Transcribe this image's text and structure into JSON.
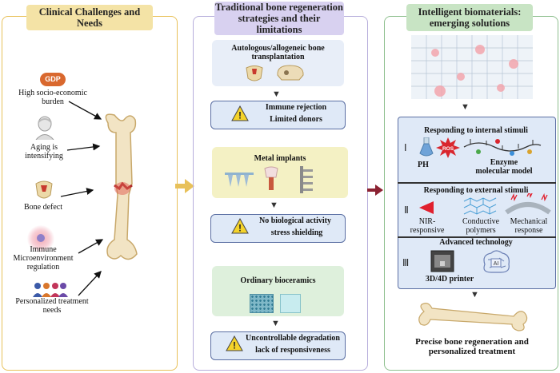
{
  "left": {
    "title": "Clinical Challenges and Needs",
    "gdp_badge": "GDP",
    "items": [
      "High socio-economic burden",
      "Aging is intensifying",
      "Bone defect",
      "Immune Microenvironment regulation",
      "Personalized treatment needs"
    ]
  },
  "middle": {
    "title": "Traditional bone regeneration strategies and their limitations",
    "strategy1": "Autologous/allogeneic bone transplantation",
    "limit1": [
      "Immune rejection",
      "Limited donors"
    ],
    "strategy2": "Metal implants",
    "limit2": [
      "No biological activity",
      "stress shielding"
    ],
    "strategy3": "Ordinary bioceramics",
    "limit3": [
      "Uncontrollable degradation",
      "lack of responsiveness"
    ]
  },
  "right": {
    "title": "Intelligent biomaterials: emerging solutions",
    "internal": {
      "title": "Responding to internal stimuli",
      "numeral": "Ⅰ",
      "ph": "PH",
      "ros": "ROS",
      "enzyme": "Enzyme",
      "molecular": "molecular model"
    },
    "external": {
      "title": "Responding to external stimuli",
      "numeral": "Ⅱ",
      "nir": "NIR-responsive",
      "conductive": "Conductive polymers",
      "mechanical": "Mechanical response"
    },
    "advanced": {
      "title": "Advanced technology",
      "numeral": "Ⅲ",
      "printer": "3D/4D printer",
      "ai": "AI"
    },
    "outcome": "Precise bone regeneration and personalized treatment"
  },
  "colors": {
    "left_border": "#e8c15a",
    "left_title_bg": "#f4e3a6",
    "mid_border": "#b7aedb",
    "mid_title_bg": "#d8d1f0",
    "right_border": "#8fc08f",
    "right_title_bg": "#c8e4c4",
    "arrow_gold": "#e8c15a",
    "arrow_maroon": "#8b2232"
  }
}
